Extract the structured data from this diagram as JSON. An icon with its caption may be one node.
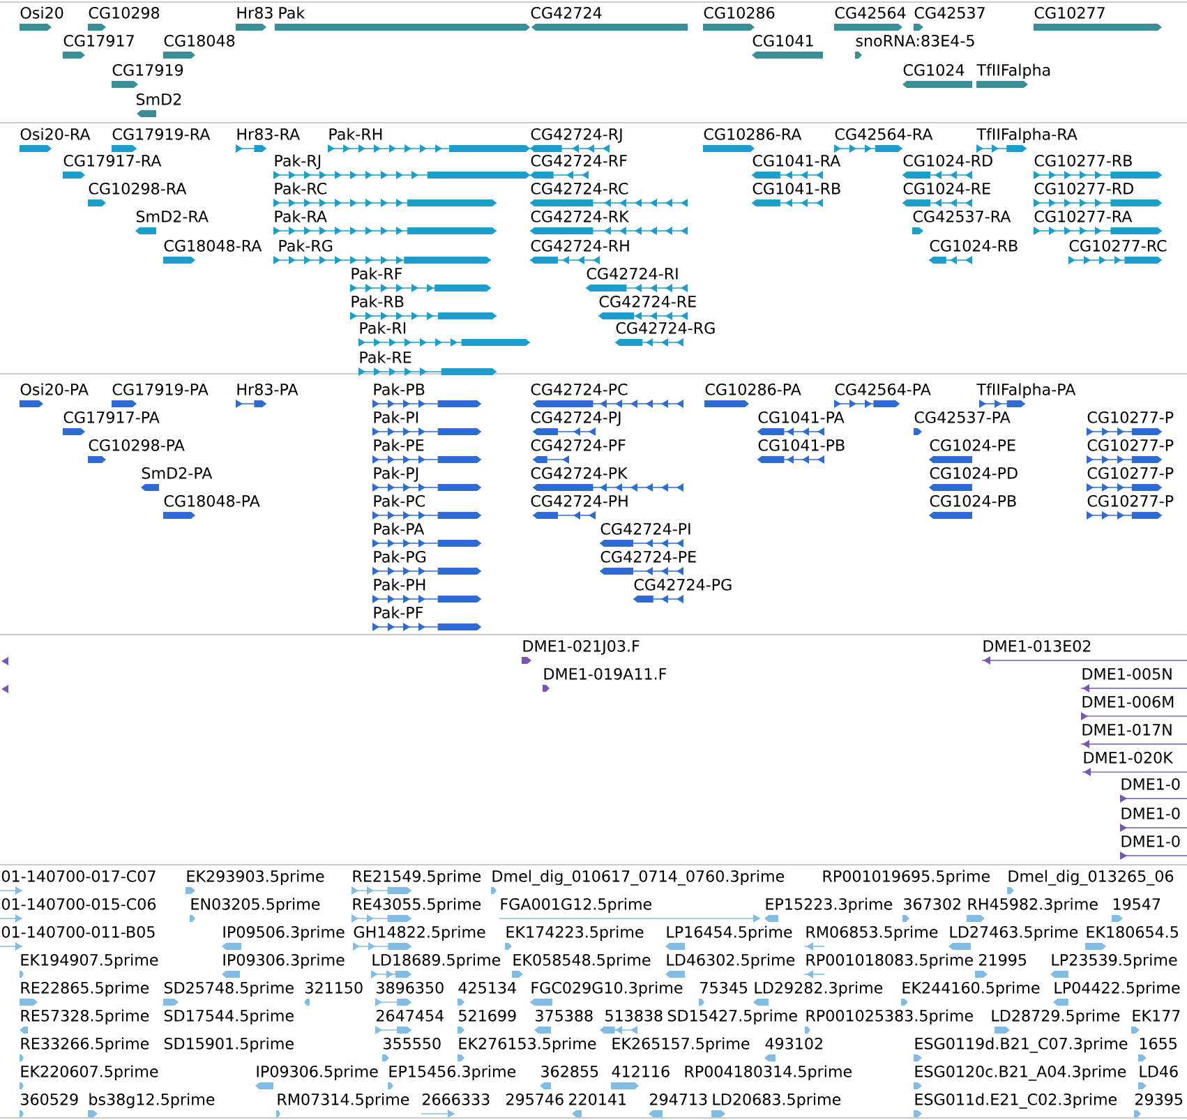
{
  "diagram": {
    "labels": [
      "Osi20",
      "CG10298",
      "Hr83",
      "Pak",
      "CG42724",
      "CG10286",
      "CG42564",
      "CG42537",
      "CG10277",
      "CG17917",
      "CG18048",
      "CG1041",
      "snoRNA:83E4-5",
      "CG17919",
      "CG1024",
      "TfIIFalpha",
      "SmD2",
      "Osi20-RA",
      "CG17919-RA",
      "Hr83-RA",
      "Pak-RH",
      "CG42724-RJ",
      "CG10286-RA",
      "CG42564-RA",
      "TfIIFalpha-RA",
      "CG17917-RA",
      "Pak-RJ",
      "CG42724-RF",
      "CG1041-RA",
      "CG1024-RD",
      "CG10277-RB",
      "CG10298-RA",
      "Pak-RC",
      "CG42724-RC",
      "CG1041-RB",
      "CG1024-RE",
      "CG10277-RD",
      "SmD2-RA",
      "Pak-RA",
      "CG42724-RK",
      "CG42537-RA",
      "CG10277-RA",
      "CG18048-RA",
      "Pak-RG",
      "CG42724-RH",
      "CG1024-RB",
      "CG10277-RC",
      "Pak-RF",
      "CG42724-RI",
      "Pak-RB",
      "CG42724-RE",
      "Pak-RI",
      "CG42724-RG",
      "Pak-RE",
      "Osi20-PA",
      "CG17919-PA",
      "Hr83-PA",
      "Pak-PB",
      "CG42724-PC",
      "CG10286-PA",
      "CG42564-PA",
      "TfIIFalpha-PA",
      "CG17917-PA",
      "Pak-PI",
      "CG42724-PJ",
      "CG1041-PA",
      "CG42537-PA",
      "CG10277-P",
      "CG10298-PA",
      "Pak-PE",
      "CG42724-PF",
      "CG1041-PB",
      "CG1024-PE",
      "CG10277-P",
      "SmD2-PA",
      "Pak-PJ",
      "CG42724-PK",
      "CG1024-PD",
      "CG10277-P",
      "CG18048-PA",
      "Pak-PC",
      "CG42724-PH",
      "CG1024-PB",
      "CG10277-P",
      "Pak-PA",
      "CG42724-PI",
      "Pak-PG",
      "CG42724-PE",
      "Pak-PH",
      "CG42724-PG",
      "Pak-PF",
      "DME1-021J03.F",
      "DME1-013E02",
      "DME1-019A11.F",
      "DME1-005N",
      "DME1-006M",
      "DME1-017N",
      "DME1-020K",
      "DME1-0",
      "DME1-0",
      "DME1-0",
      "01-140700-017-C07",
      "EK293903.5prime",
      "RE21549.5prime",
      "Dmel_dig_010617_0714_0760.3prime",
      "RP001019695.5prime",
      "Dmel_dig_013265_06",
      "01-140700-015-C06",
      "EN03205.5prime",
      "RE43055.5prime",
      "FGA001G12.5prime",
      "EP15223.3prime",
      "367302",
      "RH45982.3prime",
      "19547",
      "01-140700-011-B05",
      "IP09506.3prime",
      "GH14822.5prime",
      "EK174223.5prime",
      "LP16454.5prime",
      "RM06853.5prime",
      "LD27463.5prime",
      "EK180654.5",
      "EK194907.5prime",
      "IP09306.3prime",
      "LD18689.5prime",
      "EK058548.5prime",
      "LD46302.5prime",
      "RP001018083.5prime",
      "21995",
      "LP23539.5prime",
      "RE22865.5prime",
      "SD25748.5prime",
      "321150",
      "3896350",
      "425134",
      "FGC029G10.3prime",
      "75345",
      "LD29282.3prime",
      "EK244160.5prime",
      "LP04422.5prime",
      "RE57328.5prime",
      "SD17544.5prime",
      "2647454",
      "521699",
      "375388",
      "513838",
      "SD15427.5prime",
      "RP001025383.5prime",
      "LD28729.5prime",
      "EK177",
      "RE33266.5prime",
      "SD15901.5prime",
      "355550",
      "EK276153.5prime",
      "EK265157.5prime",
      "493102",
      "ESG0119d.B21_C07.3prime",
      "1655",
      "EK220607.5prime",
      "IP09306.5prime",
      "EP15456.3prime",
      "362855",
      "412116",
      "RP004180314.5prime",
      "ESG0120c.B21_A04.3prime",
      "LD46",
      "360529",
      "bs38g12.5prime",
      "RM07314.5prime",
      "2666333",
      "295746",
      "220141",
      "294713",
      "LD20683.5prime",
      "ESG011d.E21_C02.3prime",
      "29395"
    ]
  }
}
